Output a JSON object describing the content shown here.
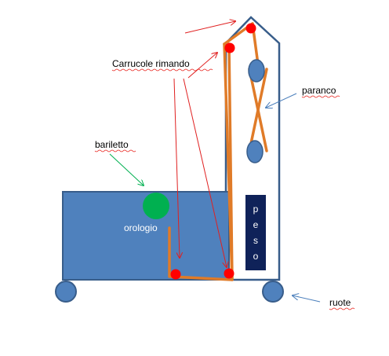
{
  "labels": {
    "carrucole": "Carrucole rimando",
    "paranco": "paranco",
    "bariletto": "bariletto",
    "orologio": "orologio",
    "ruote": "ruote",
    "peso": [
      "p",
      "e",
      "s",
      "o"
    ]
  },
  "colors": {
    "case_fill": "#4f81bd",
    "case_stroke": "#385d8a",
    "rope": "#e07b28",
    "pulley_red": "#ff0000",
    "barrel_green": "#00b050",
    "weight_fill": "#0f2259",
    "red_arrow": "#e02020",
    "green_arrow": "#00b050",
    "blue_arrow": "#4a7ebb"
  }
}
